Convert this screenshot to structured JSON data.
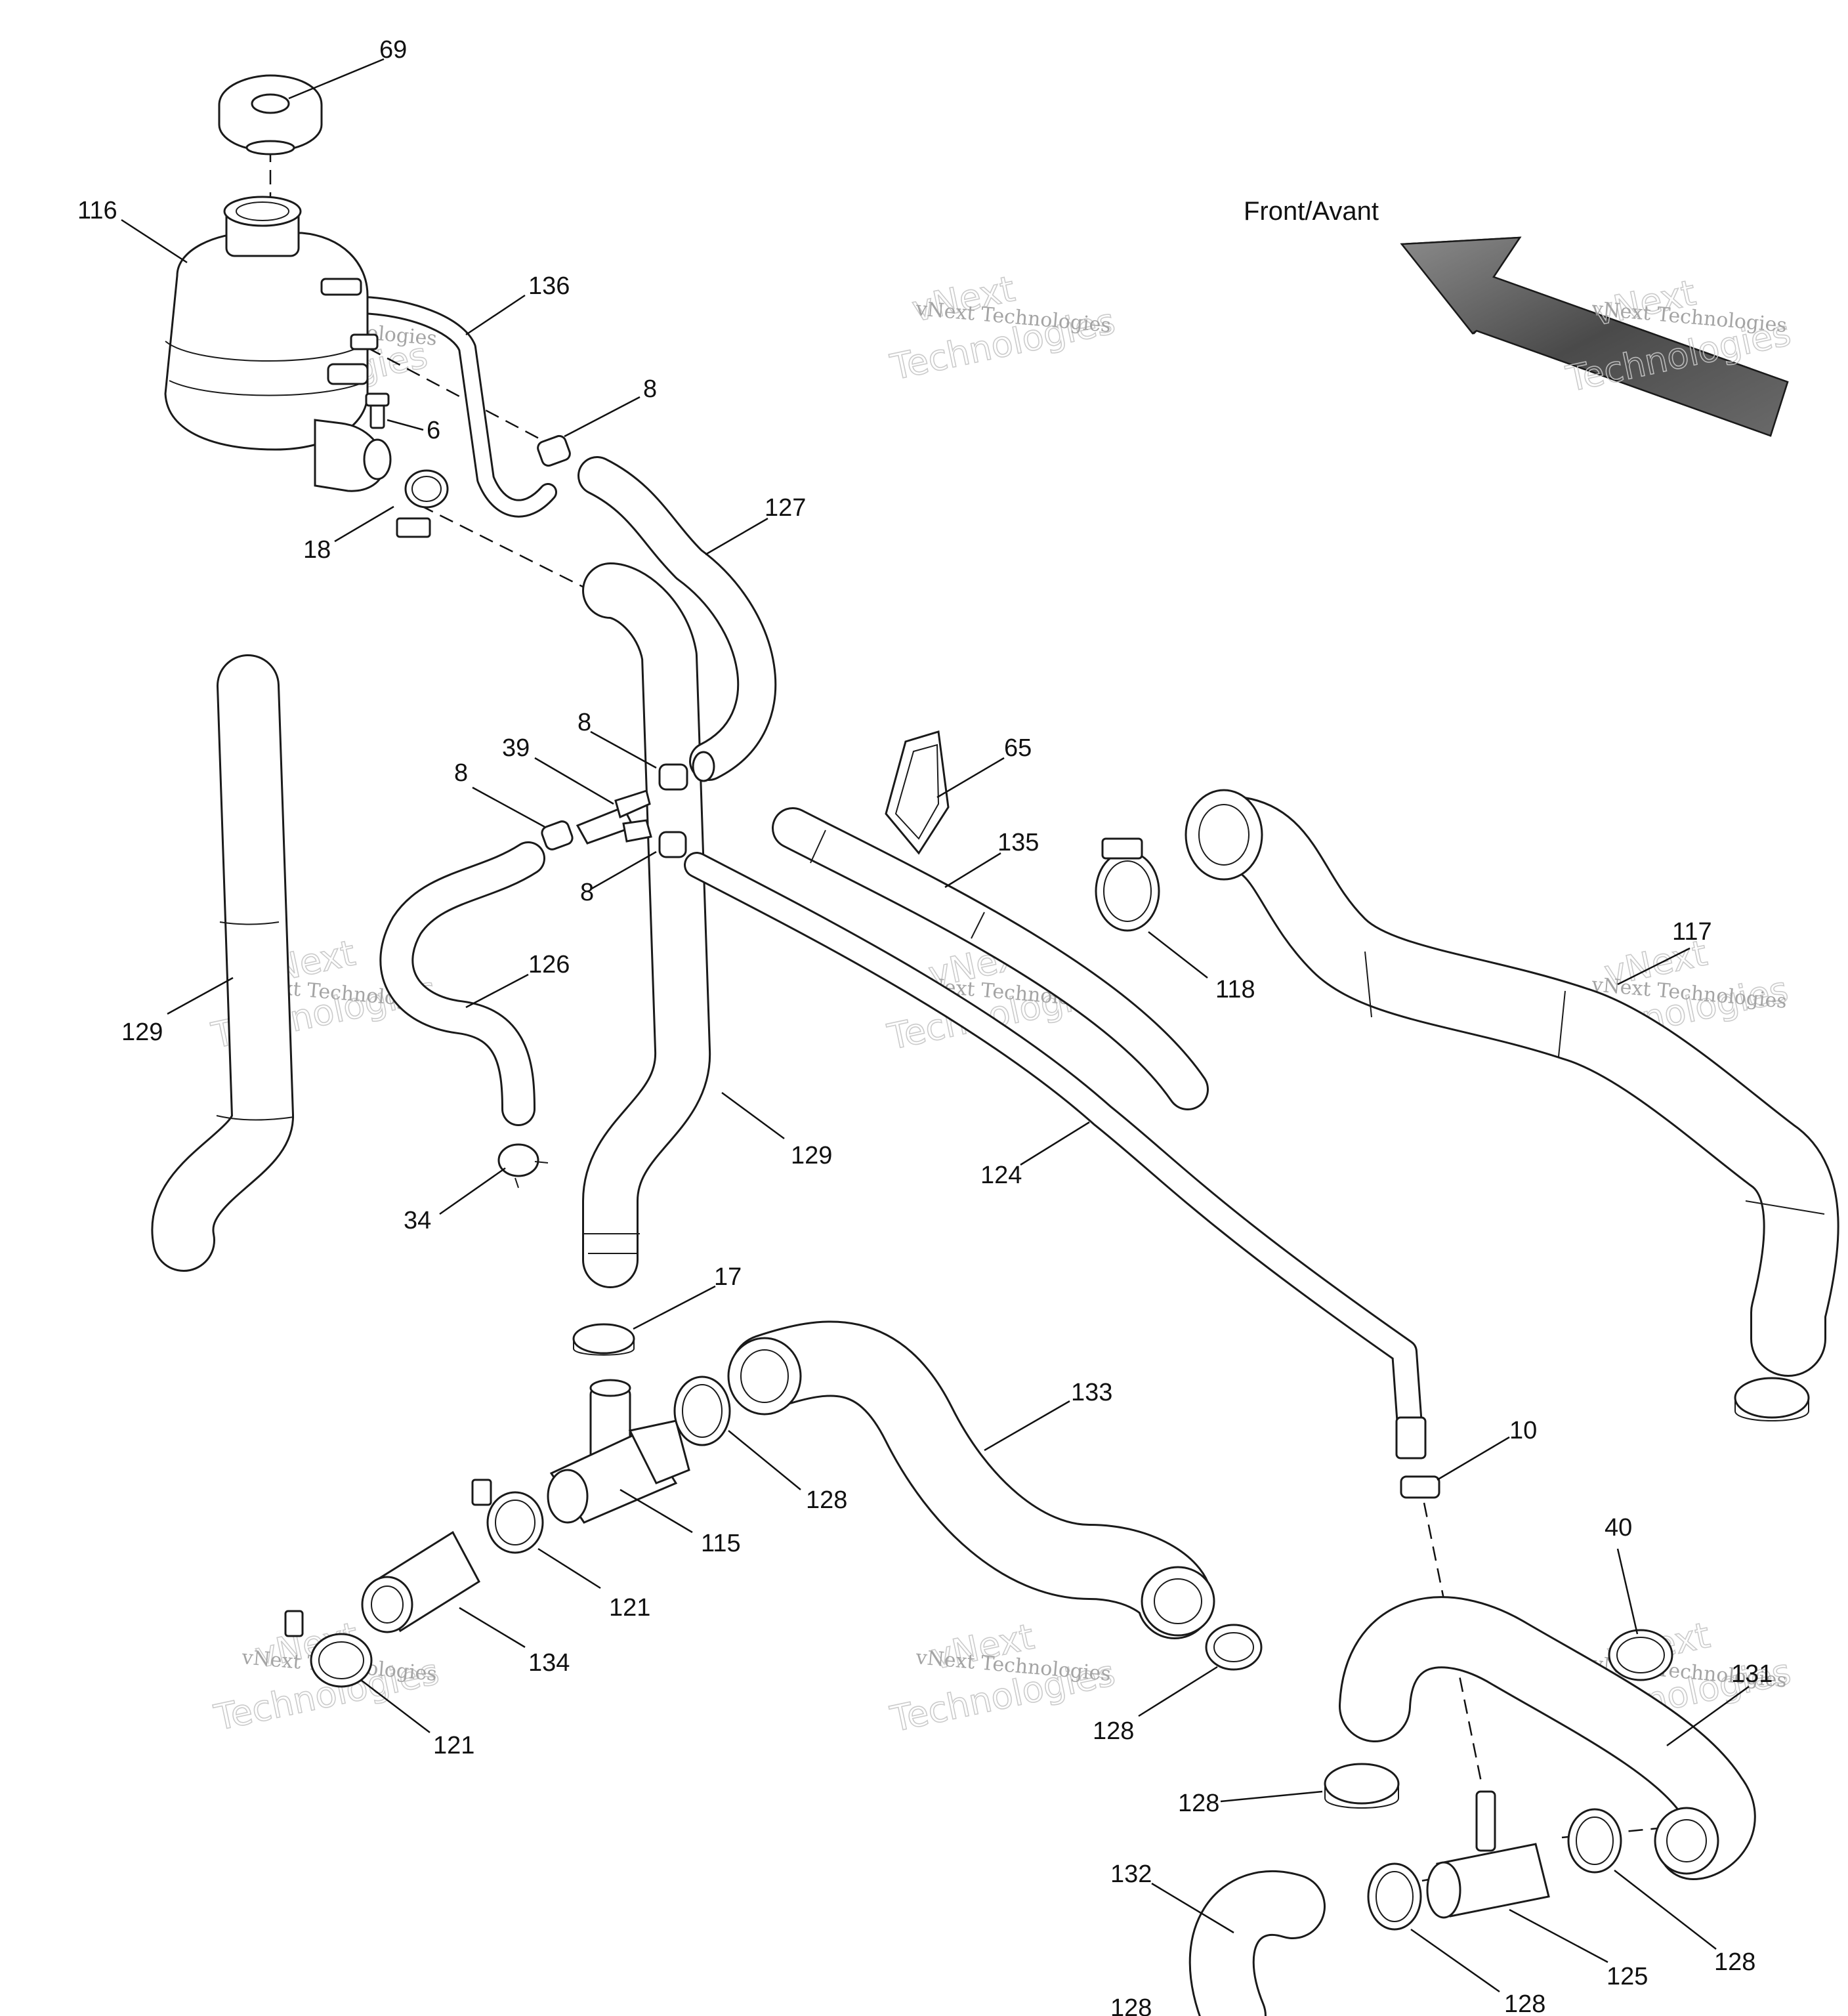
{
  "direction_label": "Front/Avant",
  "watermark": {
    "line1": "vNext Technologies",
    "line2": "vNext",
    "line3": "Technologies"
  },
  "callouts": {
    "p69": "69",
    "p116": "116",
    "p136": "136",
    "p8a": "8",
    "p6": "6",
    "p18": "18",
    "p127": "127",
    "p39": "39",
    "p8b": "8",
    "p8c": "8",
    "p8d": "8",
    "p65": "65",
    "p135": "135",
    "p118": "118",
    "p117": "117",
    "p126": "126",
    "p129a": "129",
    "p129b": "129",
    "p124": "124",
    "p34": "34",
    "p17": "17",
    "p133": "133",
    "p128a": "128",
    "p115": "115",
    "p121a": "121",
    "p134": "134",
    "p121b": "121",
    "p128b": "128",
    "p10": "10",
    "p40": "40",
    "p131": "131",
    "p128c": "128",
    "p132": "132",
    "p125": "125",
    "p128d": "128",
    "p128e": "128",
    "p128f": "128"
  },
  "colors": {
    "line": "#1a1a1a",
    "arrow": "#555555",
    "watermark": "#c6c6c6"
  },
  "icons": {
    "direction": "front-arrow-icon"
  }
}
